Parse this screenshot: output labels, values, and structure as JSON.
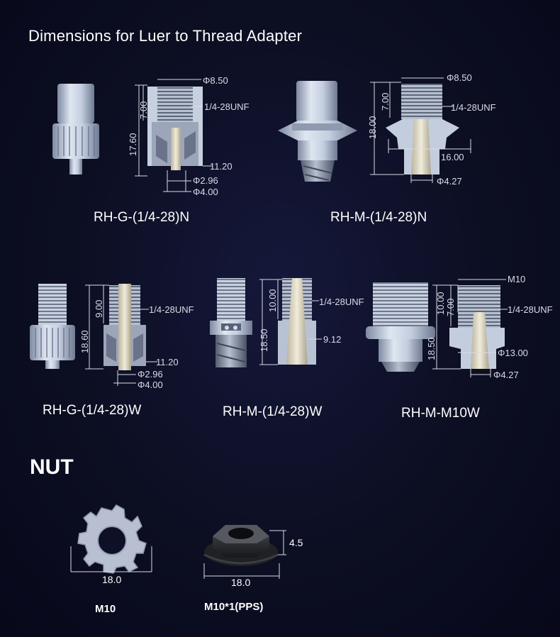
{
  "title": "Dimensions for Luer to Thread Adapter",
  "nut_heading": "NUT",
  "products": [
    {
      "name": "RH-G-(1/4-28)N",
      "dims": {
        "dia_top": "Φ8.50",
        "thread_len": "7.00",
        "thread": "1/4-28UNF",
        "height": "17.60",
        "width": "11.20",
        "dia_a": "Φ2.96",
        "dia_b": "Φ4.00"
      }
    },
    {
      "name": "RH-M-(1/4-28)N",
      "dims": {
        "dia_top": "Φ8.50",
        "thread_len": "7.00",
        "thread": "1/4-28UNF",
        "height": "18.00",
        "width": "16.00",
        "dia_b": "Φ4.27"
      }
    },
    {
      "name": "RH-G-(1/4-28)W",
      "dims": {
        "thread_len": "9.00",
        "thread": "1/4-28UNF",
        "height": "18.60",
        "width": "11.20",
        "dia_a": "Φ2.96",
        "dia_b": "Φ4.00"
      }
    },
    {
      "name": "RH-M-(1/4-28)W",
      "dims": {
        "thread_len": "10.00",
        "thread": "1/4-28UNF",
        "height": "18.50",
        "width": "9.12"
      }
    },
    {
      "name": "RH-M-M10W",
      "dims": {
        "thread_top": "M10",
        "thread_len_a": "10.00",
        "thread_len_b": "7.00",
        "thread": "1/4-28UNF",
        "height": "18.50",
        "dia_a": "Φ13.00",
        "dia_b": "Φ4.27"
      }
    }
  ],
  "nuts": [
    {
      "name": "M10",
      "width": "18.0"
    },
    {
      "name": "M10*1(PPS)",
      "width": "18.0",
      "height": "4.5"
    }
  ],
  "colors": {
    "background": "#0c0e22",
    "part_light": "#c9d3e3",
    "part_dark": "#7f8aa0",
    "peek": "#e6e0cc",
    "nut_black": "#2a2c30"
  }
}
